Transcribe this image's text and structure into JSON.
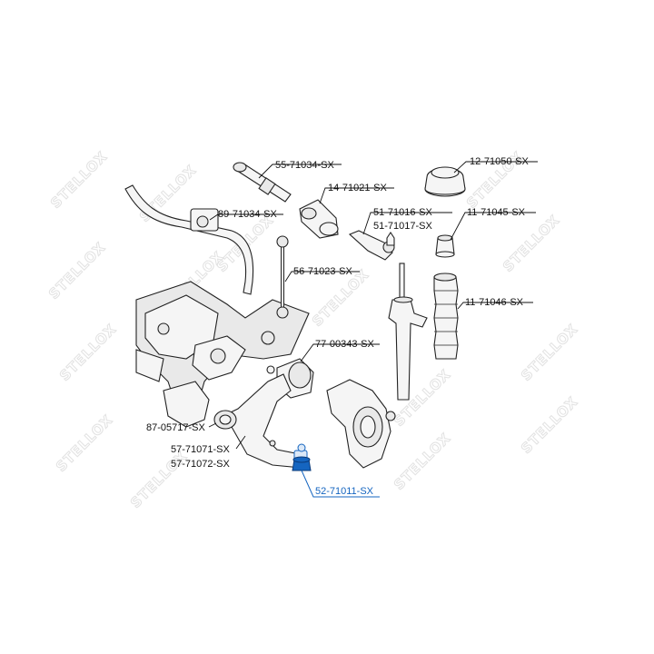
{
  "watermark": "STELLOX",
  "parts": [
    {
      "id": "p1",
      "label": "55-71034-SX",
      "highlighted": false
    },
    {
      "id": "p2",
      "label": "89-71034-SX",
      "highlighted": false
    },
    {
      "id": "p3",
      "label": "14-71021-SX",
      "highlighted": false
    },
    {
      "id": "p4",
      "label": "51-71016-SX",
      "highlighted": false
    },
    {
      "id": "p5",
      "label": "51-71017-SX",
      "highlighted": false
    },
    {
      "id": "p6",
      "label": "12-71050-SX",
      "highlighted": false
    },
    {
      "id": "p7",
      "label": "11-71045-SX",
      "highlighted": false
    },
    {
      "id": "p8",
      "label": "56-71023-SX",
      "highlighted": false
    },
    {
      "id": "p9",
      "label": "11-71046-SX",
      "highlighted": false
    },
    {
      "id": "p10",
      "label": "77-00343-SX",
      "highlighted": false
    },
    {
      "id": "p11",
      "label": "87-05717-SX",
      "highlighted": false
    },
    {
      "id": "p12",
      "label": "57-71071-SX",
      "highlighted": false
    },
    {
      "id": "p13",
      "label": "57-71072-SX",
      "highlighted": false
    },
    {
      "id": "p14",
      "label": "52-71011-SX",
      "highlighted": true
    }
  ],
  "colors": {
    "highlight": "#1565c0",
    "text": "#111111",
    "watermark": "#e2e2e2"
  }
}
